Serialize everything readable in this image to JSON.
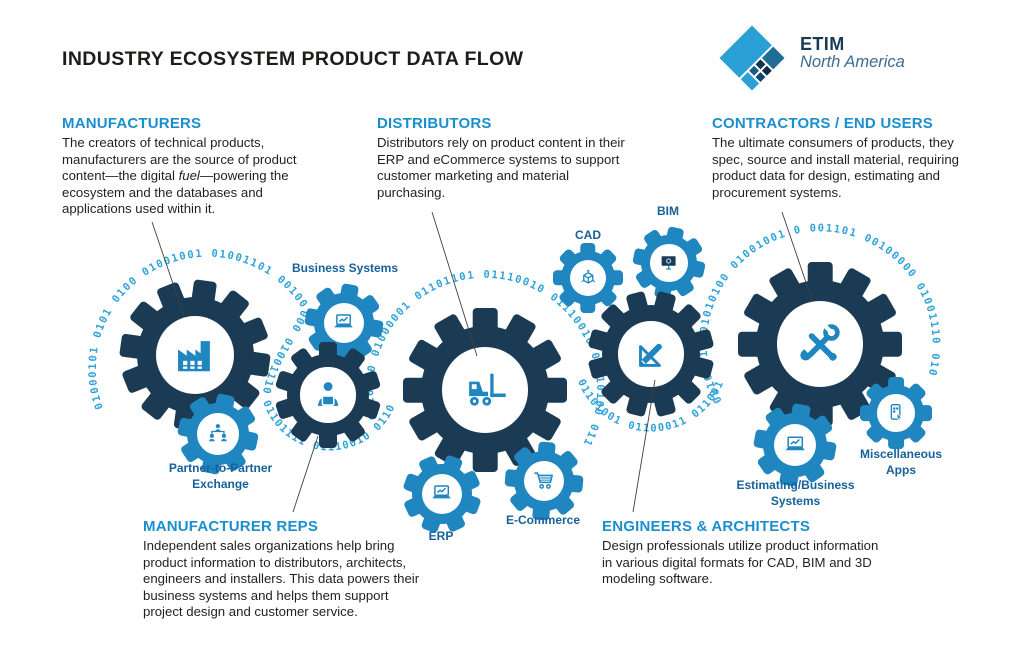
{
  "title": "INDUSTRY ECOSYSTEM PRODUCT DATA FLOW",
  "logo": {
    "name": "ETIM",
    "region": "North America"
  },
  "colors": {
    "dark_gear": "#1b3b54",
    "blue_gear": "#1f86c0",
    "binary_text": "#2fa3da",
    "heading_blue": "#1b8fce",
    "gear_label_blue": "#166199",
    "body_text": "#221f1f",
    "logo_light_blue": "#2aa0d6"
  },
  "sections": {
    "manufacturers": {
      "heading": "MANUFACTURERS",
      "body_start": "The creators of technical products, manufacturers are the source of product content—the digital ",
      "body_em": "fuel",
      "body_end": "—powering the ecosystem and the databases and applications used within it."
    },
    "distributors": {
      "heading": "DISTRIBUTORS",
      "body": "Distributors rely on product content in their ERP and eCommerce systems to support customer marketing and material purchasing."
    },
    "contractors": {
      "heading": "CONTRACTORS / END USERS",
      "body": "The ultimate consumers of products, they spec, source and install material, requiring product data for design, estimating and procurement systems."
    },
    "manufacturer_reps": {
      "heading": "MANUFACTURER REPS",
      "body": "Independent sales organizations help bring product information to distributors, architects, engineers and installers. This data powers their business systems and helps them support project design and customer service."
    },
    "engineers": {
      "heading": "ENGINEERS & ARCHITECTS",
      "body": "Design professionals utilize product information in various digital formats for CAD, BIM and 3D modeling software."
    }
  },
  "gear_labels": {
    "business_systems": "Business Systems",
    "partner_exchange": "Partner-to-Partner\nExchange",
    "erp": "ERP",
    "ecommerce": "E-Commerce",
    "cad": "CAD",
    "bim": "BIM",
    "estimating": "Estimating/Business\nSystems",
    "misc_apps": "Miscellaneous\nApps"
  },
  "binary": {
    "stream1": "01000101 0101 0100 01001001 01001101 00100000 01001110 01101111 01110010 0110",
    "stream2": "0010000 01000001 01101101 01110010 01110010 01110100 01110010 0111",
    "stream3": "01101001 01100011 01100101 01101000 01",
    "stream4": "00101010 01010100 01001001 0 001101 00100000 01001110 01001"
  }
}
